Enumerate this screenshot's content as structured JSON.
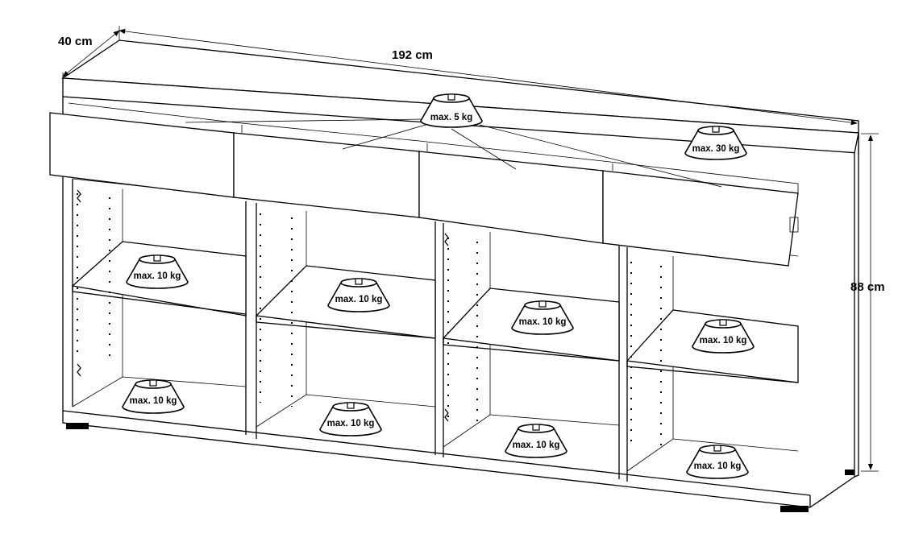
{
  "dimensions": {
    "depth": "40 cm",
    "width": "192 cm",
    "height": "88 cm"
  },
  "loads": {
    "drawers": "max. 5 kg",
    "top": "max. 30 kg",
    "shelf_upper_1": "max. 10 kg",
    "shelf_upper_2": "max. 10 kg",
    "shelf_upper_3": "max. 10 kg",
    "shelf_upper_4": "max. 10 kg",
    "shelf_lower_1": "max. 10 kg",
    "shelf_lower_2": "max. 10 kg",
    "shelf_lower_3": "max. 10 kg",
    "shelf_lower_4": "max. 10 kg"
  }
}
